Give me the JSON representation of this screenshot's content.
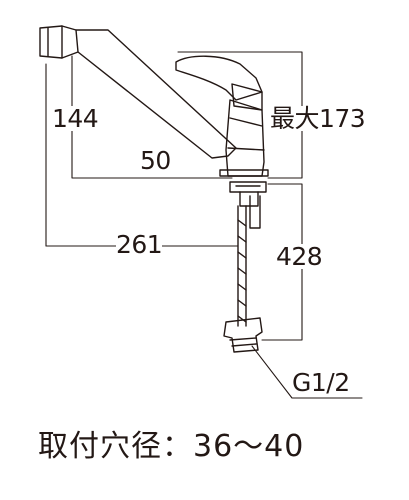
{
  "dimensions": {
    "spout_height": "144",
    "max_height": "最大173",
    "reach_from_spout_to_hole": "50",
    "spout_reach": "261",
    "hose_length": "428",
    "thread_size": "G1/2"
  },
  "mounting_hole_note": "取付穴径：36〜40",
  "colors": {
    "line": "#231815",
    "background": "#ffffff"
  }
}
